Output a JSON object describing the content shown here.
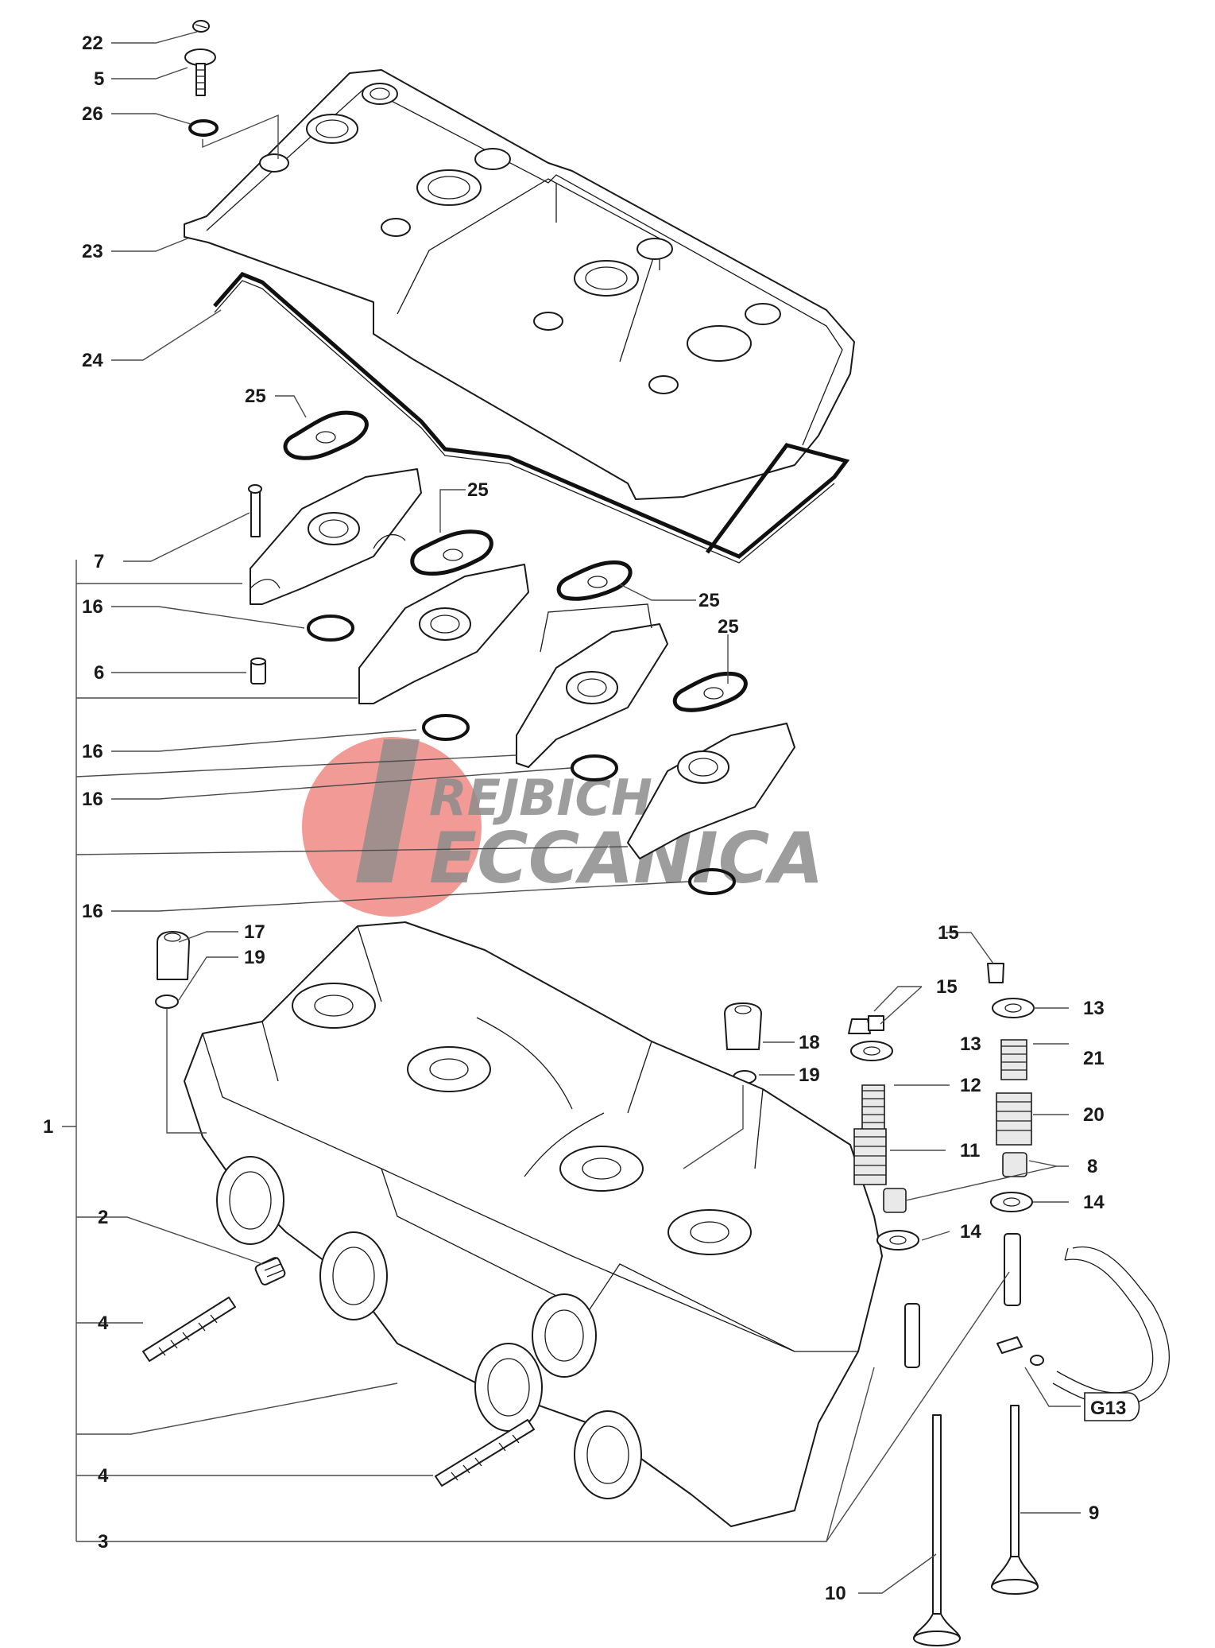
{
  "watermark": {
    "line1": "REJBICH",
    "line2": "ECCANICA",
    "circle_color": "#e8483f",
    "text_color": "#8c8c8c"
  },
  "callouts": {
    "c22": "22",
    "c5": "5",
    "c26": "26",
    "c23": "23",
    "c24": "24",
    "c25a": "25",
    "c25b": "25",
    "c25c": "25",
    "c25d": "25",
    "c7": "7",
    "c16a": "16",
    "c6": "6",
    "c16b": "16",
    "c16c": "16",
    "c16d": "16",
    "c1": "1",
    "c17": "17",
    "c19a": "19",
    "c18": "18",
    "c19b": "19",
    "c2": "2",
    "c4a": "4",
    "c4b": "4",
    "c3": "3",
    "c15a": "15",
    "c15b": "15",
    "c13a": "13",
    "c13b": "13",
    "c21": "21",
    "c12": "12",
    "c20": "20",
    "c11": "11",
    "c8": "8",
    "c14a": "14",
    "c14b": "14",
    "cG13": "G13",
    "c9": "9",
    "c10": "10"
  }
}
